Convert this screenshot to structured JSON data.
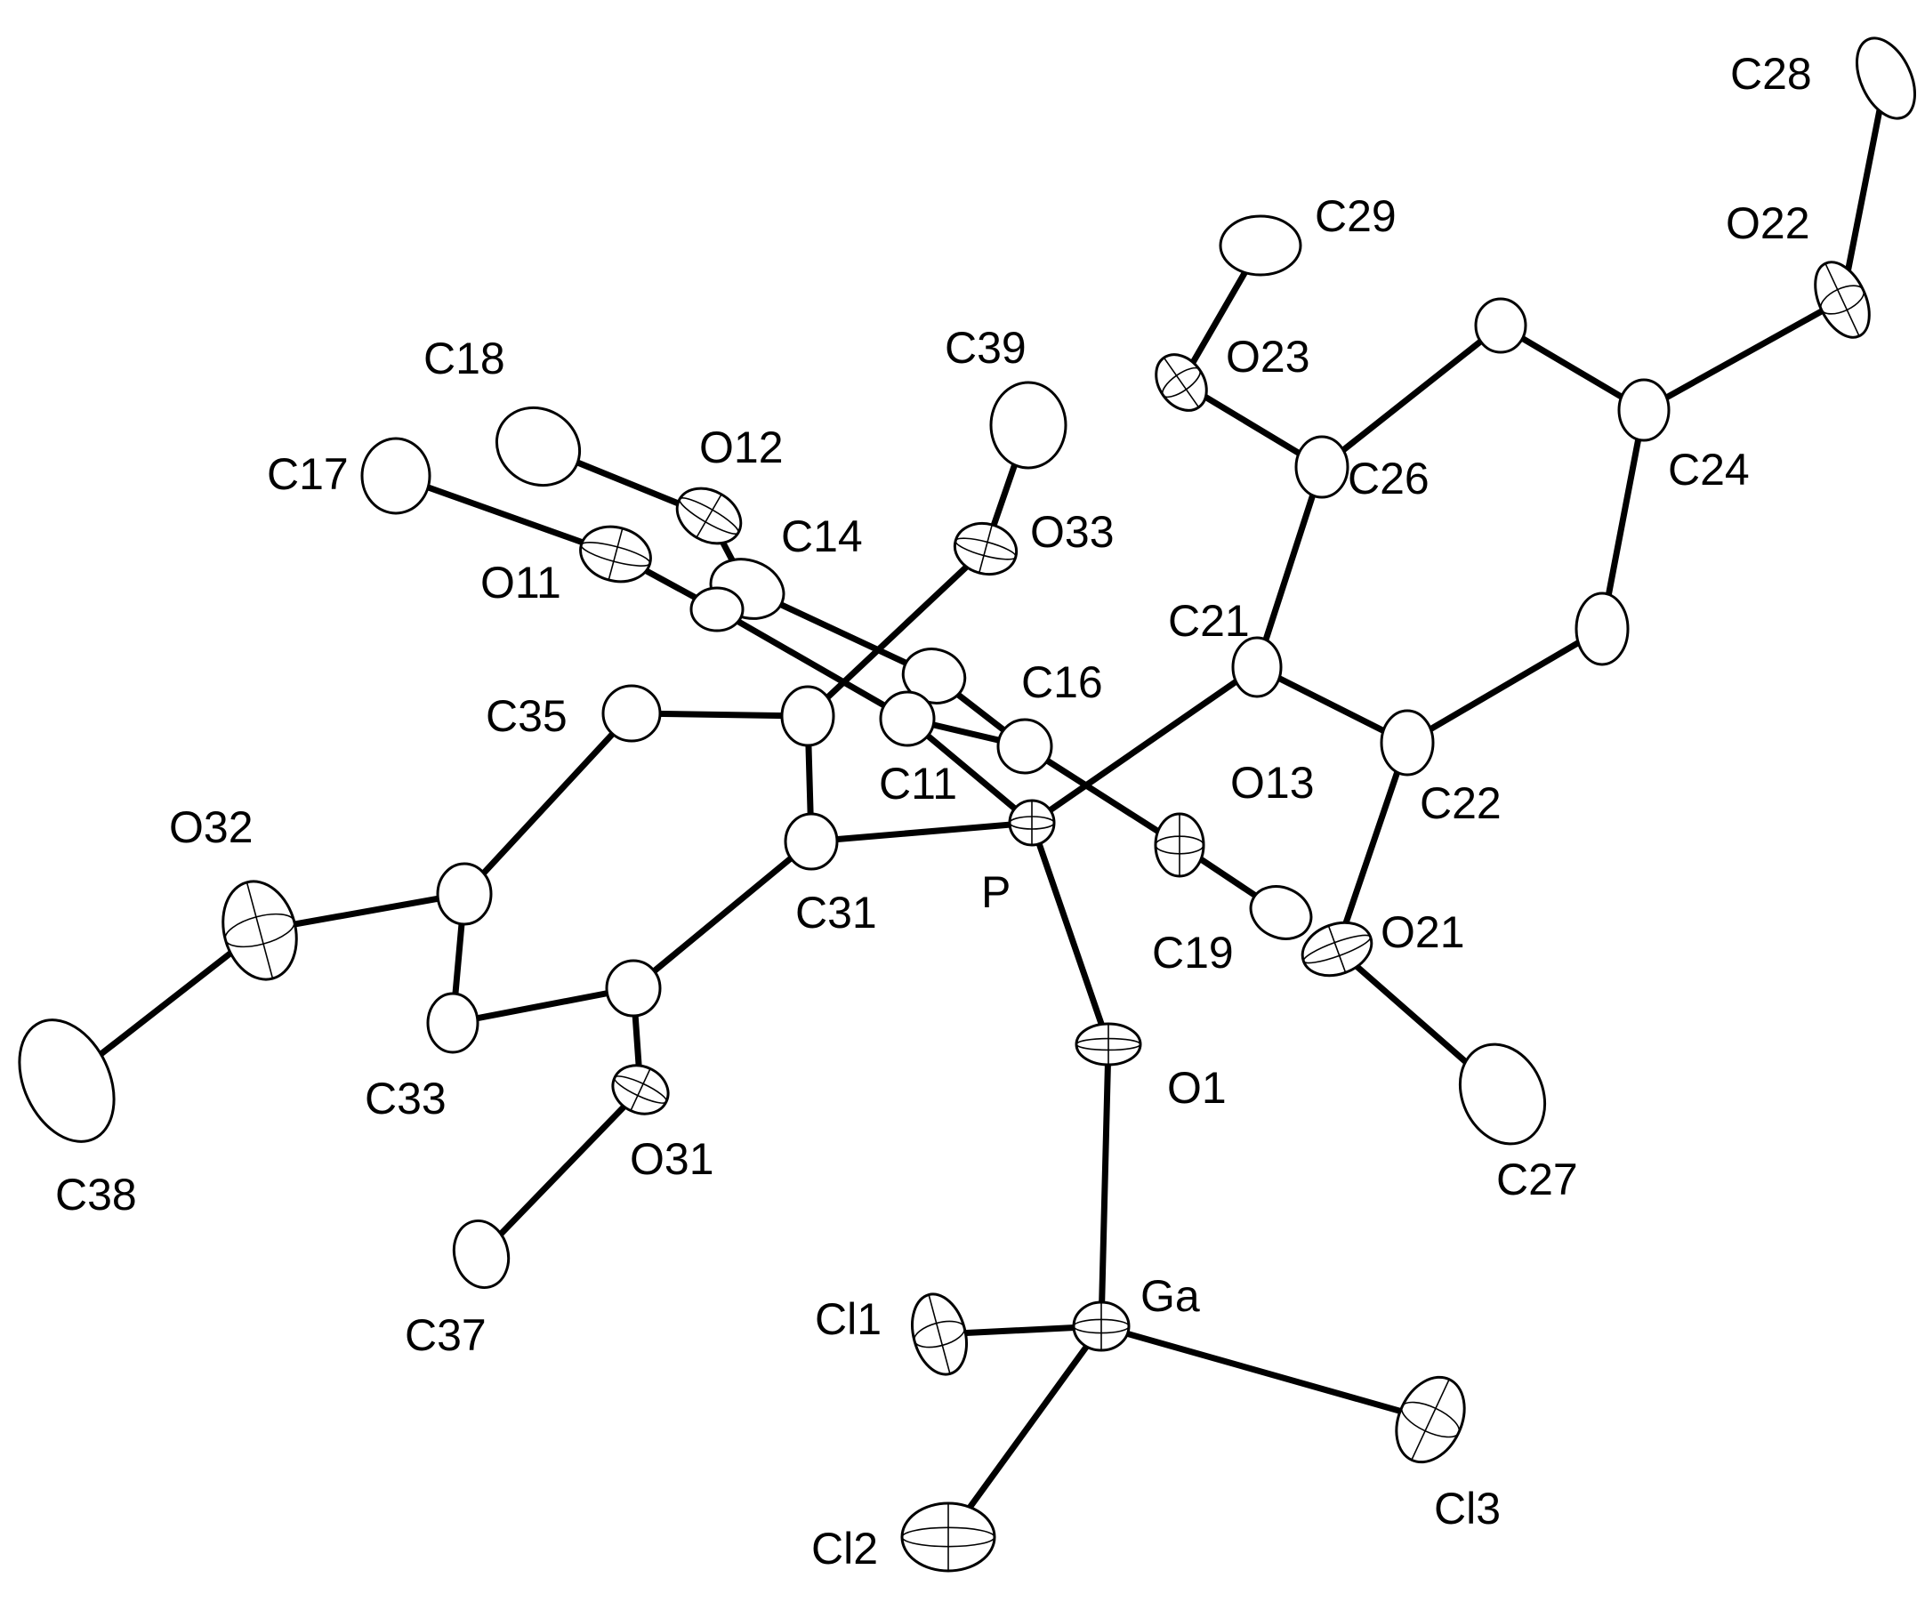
{
  "atoms": [
    {
      "id": "C28",
      "label": "C28",
      "shape": "ellipsoid"
    },
    {
      "id": "O22",
      "label": "O22",
      "shape": "ellipsoid"
    },
    {
      "id": "C29",
      "label": "C29",
      "shape": "ellipsoid"
    },
    {
      "id": "O23",
      "label": "O23",
      "shape": "ellipsoid"
    },
    {
      "id": "C25",
      "label": "",
      "shape": "ellipsoid"
    },
    {
      "id": "C24",
      "label": "C24",
      "shape": "ellipsoid"
    },
    {
      "id": "C26",
      "label": "C26",
      "shape": "ellipsoid"
    },
    {
      "id": "C23",
      "label": "",
      "shape": "ellipsoid"
    },
    {
      "id": "C21",
      "label": "C21",
      "shape": "ellipsoid"
    },
    {
      "id": "C22",
      "label": "C22",
      "shape": "ellipsoid"
    },
    {
      "id": "O21",
      "label": "O21",
      "shape": "ellipsoid"
    },
    {
      "id": "C27",
      "label": "C27",
      "shape": "ellipsoid"
    },
    {
      "id": "C39",
      "label": "C39",
      "shape": "ellipsoid"
    },
    {
      "id": "O33",
      "label": "O33",
      "shape": "ellipsoid"
    },
    {
      "id": "C18",
      "label": "C18",
      "shape": "ellipsoid"
    },
    {
      "id": "O12",
      "label": "O12",
      "shape": "ellipsoid"
    },
    {
      "id": "C17",
      "label": "C17",
      "shape": "ellipsoid"
    },
    {
      "id": "O11",
      "label": "O11",
      "shape": "ellipsoid"
    },
    {
      "id": "C14",
      "label": "C14",
      "shape": "ellipsoid"
    },
    {
      "id": "C13",
      "label": "",
      "shape": "ellipsoid"
    },
    {
      "id": "C15",
      "label": "",
      "shape": "ellipsoid"
    },
    {
      "id": "C11",
      "label": "C11",
      "shape": "ellipsoid"
    },
    {
      "id": "C16",
      "label": "C16",
      "shape": "ellipsoid"
    },
    {
      "id": "O13",
      "label": "O13",
      "shape": "ellipsoid"
    },
    {
      "id": "C19",
      "label": "C19",
      "shape": "ellipsoid"
    },
    {
      "id": "P",
      "label": "P",
      "shape": "ellipsoid"
    },
    {
      "id": "C34",
      "label": "",
      "shape": "ellipsoid"
    },
    {
      "id": "C35",
      "label": "C35",
      "shape": "ellipsoid"
    },
    {
      "id": "C36",
      "label": "",
      "shape": "ellipsoid"
    },
    {
      "id": "C31",
      "label": "C31",
      "shape": "ellipsoid"
    },
    {
      "id": "C32",
      "label": "",
      "shape": "ellipsoid"
    },
    {
      "id": "C33",
      "label": "C33",
      "shape": "ellipsoid"
    },
    {
      "id": "O32",
      "label": "O32",
      "shape": "ellipsoid"
    },
    {
      "id": "C38",
      "label": "C38",
      "shape": "ellipsoid"
    },
    {
      "id": "O31",
      "label": "O31",
      "shape": "ellipsoid"
    },
    {
      "id": "C37",
      "label": "C37",
      "shape": "ellipsoid"
    },
    {
      "id": "O1",
      "label": "O1",
      "shape": "ellipsoid"
    },
    {
      "id": "Ga",
      "label": "Ga",
      "shape": "ellipsoid"
    },
    {
      "id": "Cl1",
      "label": "Cl1",
      "shape": "ellipsoid"
    },
    {
      "id": "Cl2",
      "label": "Cl2",
      "shape": "ellipsoid"
    },
    {
      "id": "Cl3",
      "label": "Cl3",
      "shape": "ellipsoid"
    }
  ],
  "bonds": [
    [
      "C28",
      "O22"
    ],
    [
      "O22",
      "C24"
    ],
    [
      "C24",
      "C25"
    ],
    [
      "C25",
      "C26"
    ],
    [
      "C24",
      "C23"
    ],
    [
      "C23",
      "C22"
    ],
    [
      "C22",
      "C21"
    ],
    [
      "C21",
      "C26"
    ],
    [
      "C26",
      "O23"
    ],
    [
      "O23",
      "C29"
    ],
    [
      "C22",
      "O21"
    ],
    [
      "O21",
      "C27"
    ],
    [
      "C21",
      "P"
    ],
    [
      "P",
      "C11"
    ],
    [
      "P",
      "C31"
    ],
    [
      "P",
      "O1"
    ],
    [
      "O1",
      "Ga"
    ],
    [
      "Ga",
      "Cl1"
    ],
    [
      "Ga",
      "Cl2"
    ],
    [
      "Ga",
      "Cl3"
    ],
    [
      "C31",
      "C36"
    ],
    [
      "C36",
      "C35"
    ],
    [
      "C35",
      "C34"
    ],
    [
      "C34",
      "C33"
    ],
    [
      "C33",
      "C32"
    ],
    [
      "C32",
      "C31"
    ],
    [
      "C34",
      "O32"
    ],
    [
      "O32",
      "C38"
    ],
    [
      "C32",
      "O31"
    ],
    [
      "O31",
      "C37"
    ],
    [
      "C36",
      "O33"
    ],
    [
      "O33",
      "C39"
    ],
    [
      "C11",
      "C16"
    ],
    [
      "C16",
      "C15"
    ],
    [
      "C15",
      "C14"
    ],
    [
      "C14",
      "C13"
    ],
    [
      "C13",
      "C11"
    ],
    [
      "C13",
      "O11"
    ],
    [
      "O11",
      "C17"
    ],
    [
      "C14",
      "O12"
    ],
    [
      "O12",
      "C18"
    ],
    [
      "C16",
      "O13"
    ],
    [
      "O13",
      "C19"
    ]
  ]
}
